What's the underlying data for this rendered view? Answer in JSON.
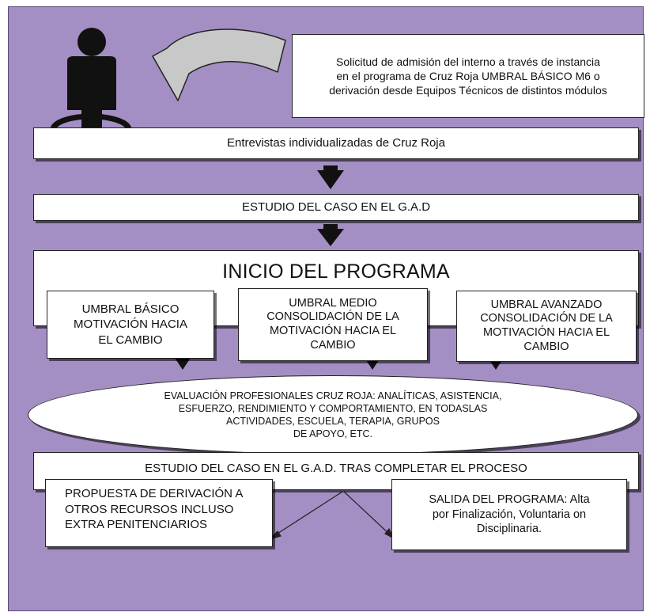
{
  "diagram": {
    "request_box": "Solicitud de admisión del interno a través de instancia\nen el programa de Cruz Roja UMBRAL BÁSICO M6 o\nderivación desde Equipos Técnicos de distintos módulos",
    "interviews": "Entrevistas individualizadas de Cruz Roja",
    "case_study": "ESTUDIO DEL CASO EN EL G.A.D",
    "program_start": "INICIO DEL PROGRAMA",
    "umbral_basico": "UMBRAL BÁSICO\nMOTIVACIÓN HACIA\nEL CAMBIO",
    "umbral_medio": "UMBRAL MEDIO\nCONSOLIDACIÓN DE LA\nMOTIVACIÓN HACIA EL\nCAMBIO",
    "umbral_avanzado": "UMBRAL AVANZADO\nCONSOLIDACIÓN DE LA\nMOTIVACIÓN HACIA EL\nCAMBIO",
    "evaluation": "EVALUACIÓN PROFESIONALES CRUZ ROJA: ANALÍTICAS, ASISTENCIA,\nESFUERZO, RENDIMIENTO Y COMPORTAMIENTO, EN TODASLAS\nACTIVIDADES, ESCUELA, TERAPIA, GRUPOS\nDE APOYO, ETC.",
    "final_case_study": "ESTUDIO DEL CASO EN EL G.A.D. TRAS COMPLETAR EL PROCESO",
    "referral_proposal": "PROPUESTA DE DERIVACIÓN A\nOTROS RECURSOS INCLUSO\nEXTRA PENITENCIARIOS",
    "program_exit": "SALIDA DEL PROGRAMA: Alta\npor Finalización, Voluntaria on\nDisciplinaria."
  },
  "colors": {
    "background": "#a48fc4",
    "box": "#ffffff",
    "arrow": "#111111",
    "curved_arrow": "#c8c8c8"
  },
  "icons": [
    "person-icon",
    "curved-arrow-icon",
    "down-arrow-icon"
  ]
}
